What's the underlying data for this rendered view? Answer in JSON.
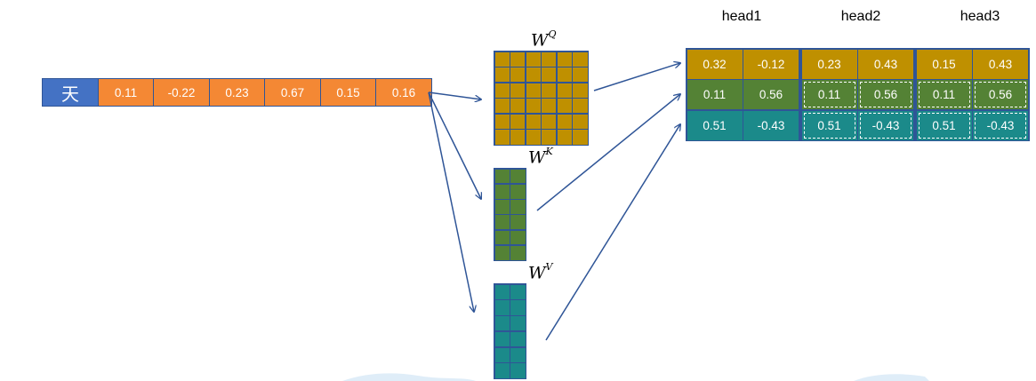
{
  "input": {
    "token": "天",
    "embedding": [
      "0.11",
      "-0.22",
      "0.23",
      "0.67",
      "0.15",
      "0.16"
    ]
  },
  "weights": {
    "q": {
      "symbol": "W",
      "superscript": "Q"
    },
    "k": {
      "symbol": "W",
      "superscript": "K"
    },
    "v": {
      "symbol": "W",
      "superscript": "V"
    }
  },
  "heads": [
    {
      "title": "head1",
      "rows": [
        [
          "0.32",
          "-0.12"
        ],
        [
          "0.11",
          "0.56"
        ],
        [
          "0.51",
          "-0.43"
        ]
      ]
    },
    {
      "title": "head2",
      "rows": [
        [
          "0.23",
          "0.43"
        ],
        [
          "0.11",
          "0.56"
        ],
        [
          "0.51",
          "-0.43"
        ]
      ]
    },
    {
      "title": "head3",
      "rows": [
        [
          "0.15",
          "0.43"
        ],
        [
          "0.11",
          "0.56"
        ],
        [
          "0.51",
          "-0.43"
        ]
      ]
    }
  ],
  "colors": {
    "token": "#4472c4",
    "embedding": "#f48834",
    "query": "#bf9000",
    "key": "#548235",
    "value": "#1b8a8a",
    "border": "#2f5597",
    "arrow": "#2f5597"
  }
}
